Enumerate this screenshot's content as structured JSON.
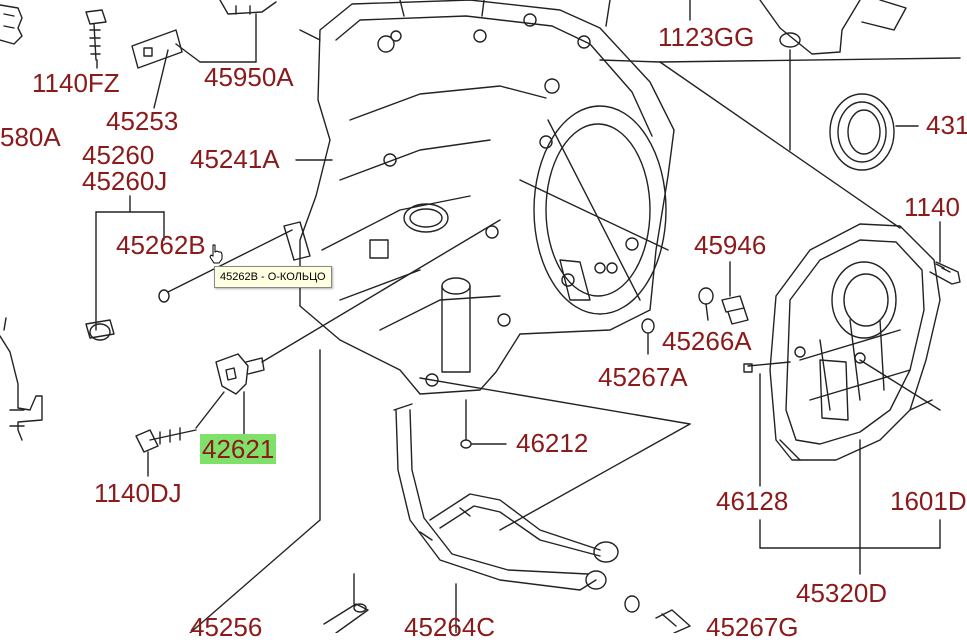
{
  "colors": {
    "label": "#8b1a1a",
    "line": "#222222",
    "highlight": "#7fe06a",
    "tooltip_bg": "#ffffe1"
  },
  "labels": {
    "l1140FZ": "1140FZ",
    "l45950A": "45950A",
    "l1123GG": "1123GG",
    "l45253": "45253",
    "l580A": "580A",
    "l45260": "45260",
    "l45260J": "45260J",
    "l45241A": "45241A",
    "l431": "431",
    "l1140_right": "1140",
    "l45262B": "45262B",
    "l45946": "45946",
    "l45266A": "45266A",
    "l45267A": "45267A",
    "l42621": "42621",
    "l46212": "46212",
    "l1140DJ": "1140DJ",
    "l46128": "46128",
    "l1601D": "1601D",
    "l45320D": "45320D",
    "l45256": "45256",
    "l45264C": "45264C",
    "l45267G": "45267G"
  },
  "tooltip": {
    "text": "45262B - О-КОЛЬЦО"
  },
  "icons": {
    "cursor": "hand-pointer-icon"
  }
}
